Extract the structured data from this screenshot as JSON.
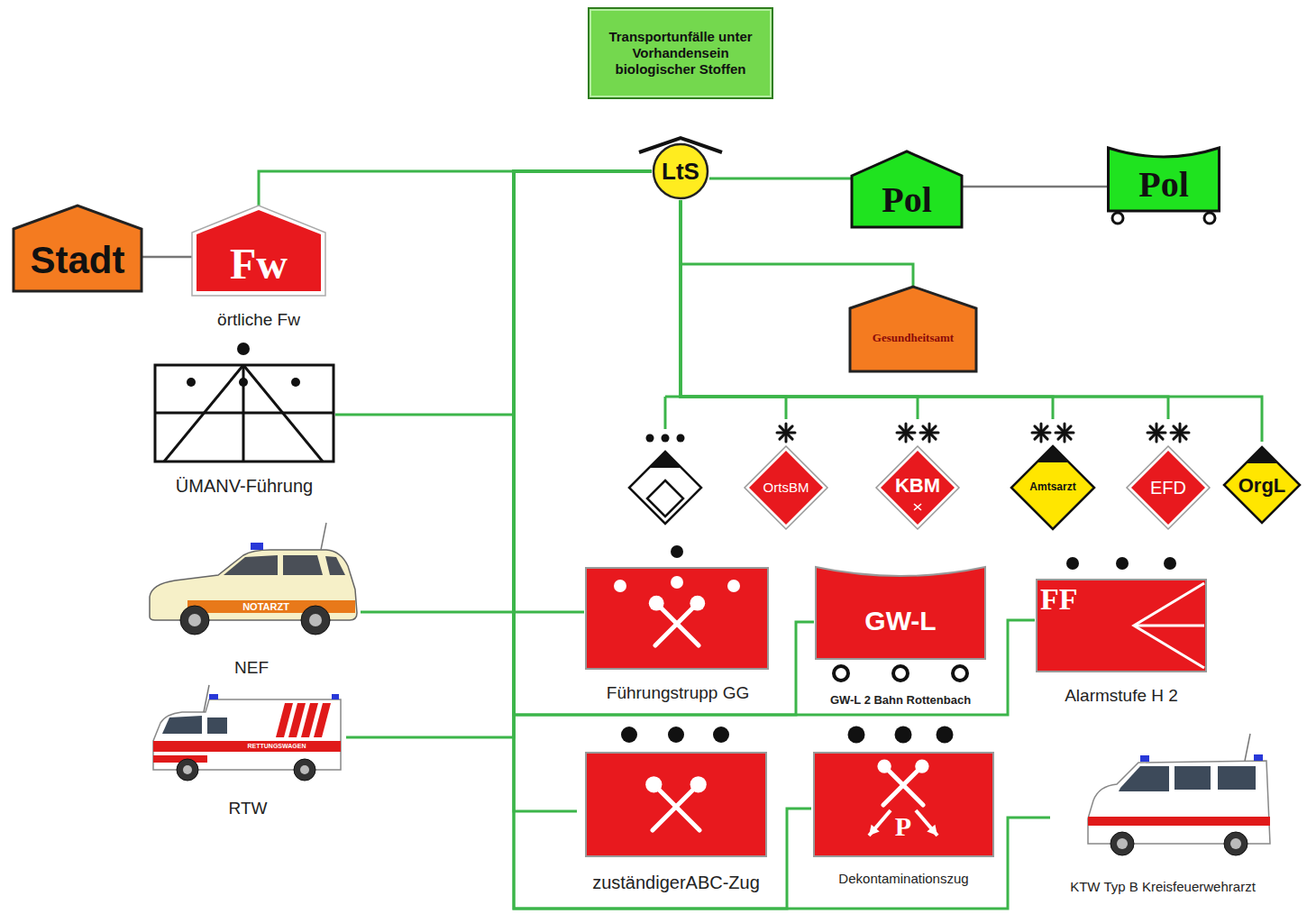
{
  "diagram": {
    "title": "Transportunfälle unter Vorhandensein biologischer Stoffen",
    "nodes": [
      {
        "text": [
          "LtS"
        ]
      },
      {
        "text": [
          "Pol"
        ]
      },
      {
        "text": [
          "Pol"
        ]
      },
      {
        "text": [
          "Stadt"
        ]
      },
      {
        "text": [
          "Fw",
          "örtliche Fw"
        ]
      },
      {
        "text": [
          "ÜMANV-Führung"
        ]
      },
      {
        "text": [
          "Gesundheitsamt"
        ]
      },
      {
        "text": [
          "OrtsBM"
        ]
      },
      {
        "text": [
          "KBM"
        ]
      },
      {
        "text": [
          "Amtsarzt"
        ]
      },
      {
        "text": [
          "EFD"
        ]
      },
      {
        "text": [
          "OrgL"
        ]
      },
      {
        "text": [
          "Führungstrupp GG"
        ]
      },
      {
        "text": [
          "GW-L",
          "GW-L 2 Bahn Rottenbach"
        ]
      },
      {
        "text": [
          "FF",
          "Alarmstufe H 2"
        ]
      },
      {
        "text": [
          "NEF"
        ]
      },
      {
        "text": [
          "RTW"
        ]
      },
      {
        "text": [
          "zuständigerABC-Zug"
        ]
      },
      {
        "text": [
          "P",
          "Dekontaminationszug"
        ]
      },
      {
        "text": [
          "KTW Typ B Kreisfeuerwehrarzt"
        ]
      }
    ],
    "edges": [
      {
        "from": 3,
        "to": 4,
        "arrow": "none"
      },
      {
        "from": 0,
        "to": 4,
        "arrow": "none"
      },
      {
        "from": 0,
        "to": 1,
        "arrow": "none"
      },
      {
        "from": 1,
        "to": 2,
        "arrow": "none"
      },
      {
        "from": 0,
        "to": 6,
        "arrow": "none"
      },
      {
        "from": 0,
        "to": 5,
        "arrow": "none"
      },
      {
        "from": 0,
        "to": 7,
        "arrow": "none"
      },
      {
        "from": 0,
        "to": 8,
        "arrow": "none"
      },
      {
        "from": 0,
        "to": 9,
        "arrow": "none"
      },
      {
        "from": 0,
        "to": 10,
        "arrow": "none"
      },
      {
        "from": 0,
        "to": 11,
        "arrow": "none"
      },
      {
        "from": 0,
        "to": 12,
        "arrow": "none"
      },
      {
        "from": 0,
        "to": 13,
        "arrow": "none"
      },
      {
        "from": 0,
        "to": 14,
        "arrow": "none"
      },
      {
        "from": 0,
        "to": 15,
        "arrow": "none"
      },
      {
        "from": 0,
        "to": 16,
        "arrow": "none"
      },
      {
        "from": 0,
        "to": 17,
        "arrow": "none"
      },
      {
        "from": 0,
        "to": 18,
        "arrow": "none"
      },
      {
        "from": 0,
        "to": 19,
        "arrow": "none"
      }
    ],
    "labels": [
      "NOTARZT",
      "RETTUNGSWAGEN"
    ]
  }
}
